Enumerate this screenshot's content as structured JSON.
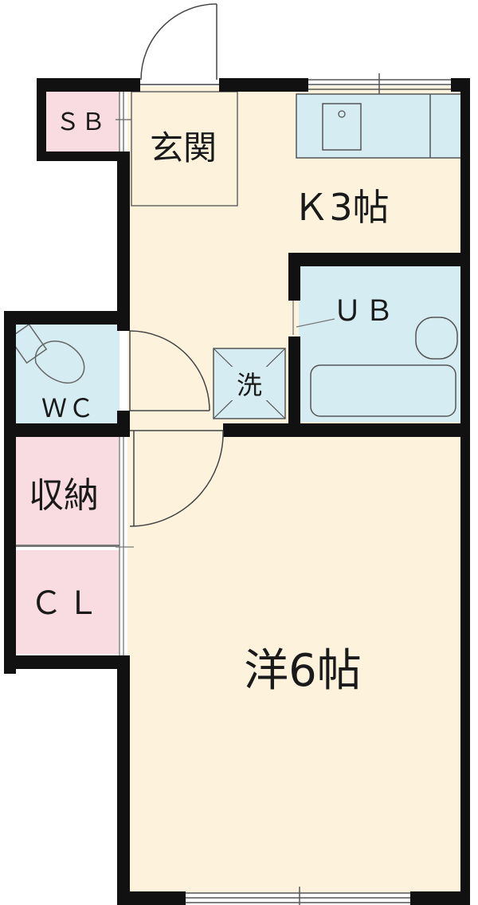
{
  "colors": {
    "wall": "#111111",
    "floor": "#fdf3dd",
    "wet_area": "#d6ecf3",
    "storage": "#f9dbe2",
    "fixture_line": "#555555",
    "background": "#ffffff"
  },
  "rooms": {
    "shoe_box": "ＳＢ",
    "entrance": "玄関",
    "kitchen": "Ｋ3帖",
    "bath": "ＵＢ",
    "toilet": "ＷＣ",
    "washer": "洗",
    "storage": "収納",
    "closet": "ＣＬ",
    "western_room": "洋6帖"
  }
}
